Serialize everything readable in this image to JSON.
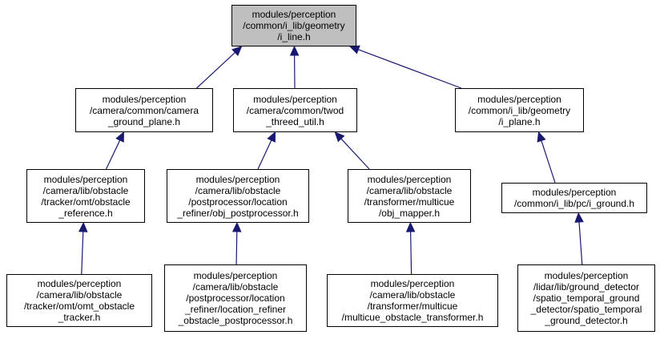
{
  "colors": {
    "edge": "#191970",
    "border": "#000000",
    "root_fill": "#bfbfbf",
    "node_fill": "#ffffff"
  },
  "nodes": [
    {
      "id": "i_line",
      "lines": [
        "modules/perception",
        "/common/i_lib/geometry",
        "/i_line.h"
      ]
    },
    {
      "id": "camera_ground_plane",
      "lines": [
        "modules/perception",
        "/camera/common/camera",
        "_ground_plane.h"
      ]
    },
    {
      "id": "twod_threed_util",
      "lines": [
        "modules/perception",
        "/camera/common/twod",
        "_threed_util.h"
      ]
    },
    {
      "id": "i_plane",
      "lines": [
        "modules/perception",
        "/common/i_lib/geometry",
        "/i_plane.h"
      ]
    },
    {
      "id": "omt_obstacle_reference",
      "lines": [
        "modules/perception",
        "/camera/lib/obstacle",
        "/tracker/omt/obstacle",
        "_reference.h"
      ]
    },
    {
      "id": "obj_postprocessor",
      "lines": [
        "modules/perception",
        "/camera/lib/obstacle",
        "/postprocessor/location",
        "_refiner/obj_postprocessor.h"
      ]
    },
    {
      "id": "obj_mapper",
      "lines": [
        "modules/perception",
        "/camera/lib/obstacle",
        "/transformer/multicue",
        "/obj_mapper.h"
      ]
    },
    {
      "id": "i_ground",
      "lines": [
        "modules/perception",
        "/common/i_lib/pc/i_ground.h"
      ]
    },
    {
      "id": "omt_obstacle_tracker",
      "lines": [
        "modules/perception",
        "/camera/lib/obstacle",
        "/tracker/omt/omt_obstacle",
        "_tracker.h"
      ]
    },
    {
      "id": "location_refiner_obstacle_postprocessor",
      "lines": [
        "modules/perception",
        "/camera/lib/obstacle",
        "/postprocessor/location",
        "_refiner/location_refiner",
        "_obstacle_postprocessor.h"
      ]
    },
    {
      "id": "multicue_obstacle_transformer",
      "lines": [
        "modules/perception",
        "/camera/lib/obstacle",
        "/transformer/multicue",
        "/multicue_obstacle_transformer.h"
      ]
    },
    {
      "id": "spatio_temporal_ground_detector",
      "lines": [
        "modules/perception",
        "/lidar/lib/ground_detector",
        "/spatio_temporal_ground",
        "_detector/spatio_temporal",
        "_ground_detector.h"
      ]
    }
  ],
  "edges": [
    {
      "from": "camera_ground_plane",
      "to": "i_line"
    },
    {
      "from": "twod_threed_util",
      "to": "i_line"
    },
    {
      "from": "i_plane",
      "to": "i_line"
    },
    {
      "from": "omt_obstacle_reference",
      "to": "camera_ground_plane"
    },
    {
      "from": "obj_postprocessor",
      "to": "twod_threed_util"
    },
    {
      "from": "obj_mapper",
      "to": "twod_threed_util"
    },
    {
      "from": "i_ground",
      "to": "i_plane"
    },
    {
      "from": "omt_obstacle_tracker",
      "to": "omt_obstacle_reference"
    },
    {
      "from": "location_refiner_obstacle_postprocessor",
      "to": "obj_postprocessor"
    },
    {
      "from": "multicue_obstacle_transformer",
      "to": "obj_mapper"
    },
    {
      "from": "spatio_temporal_ground_detector",
      "to": "i_ground"
    }
  ]
}
